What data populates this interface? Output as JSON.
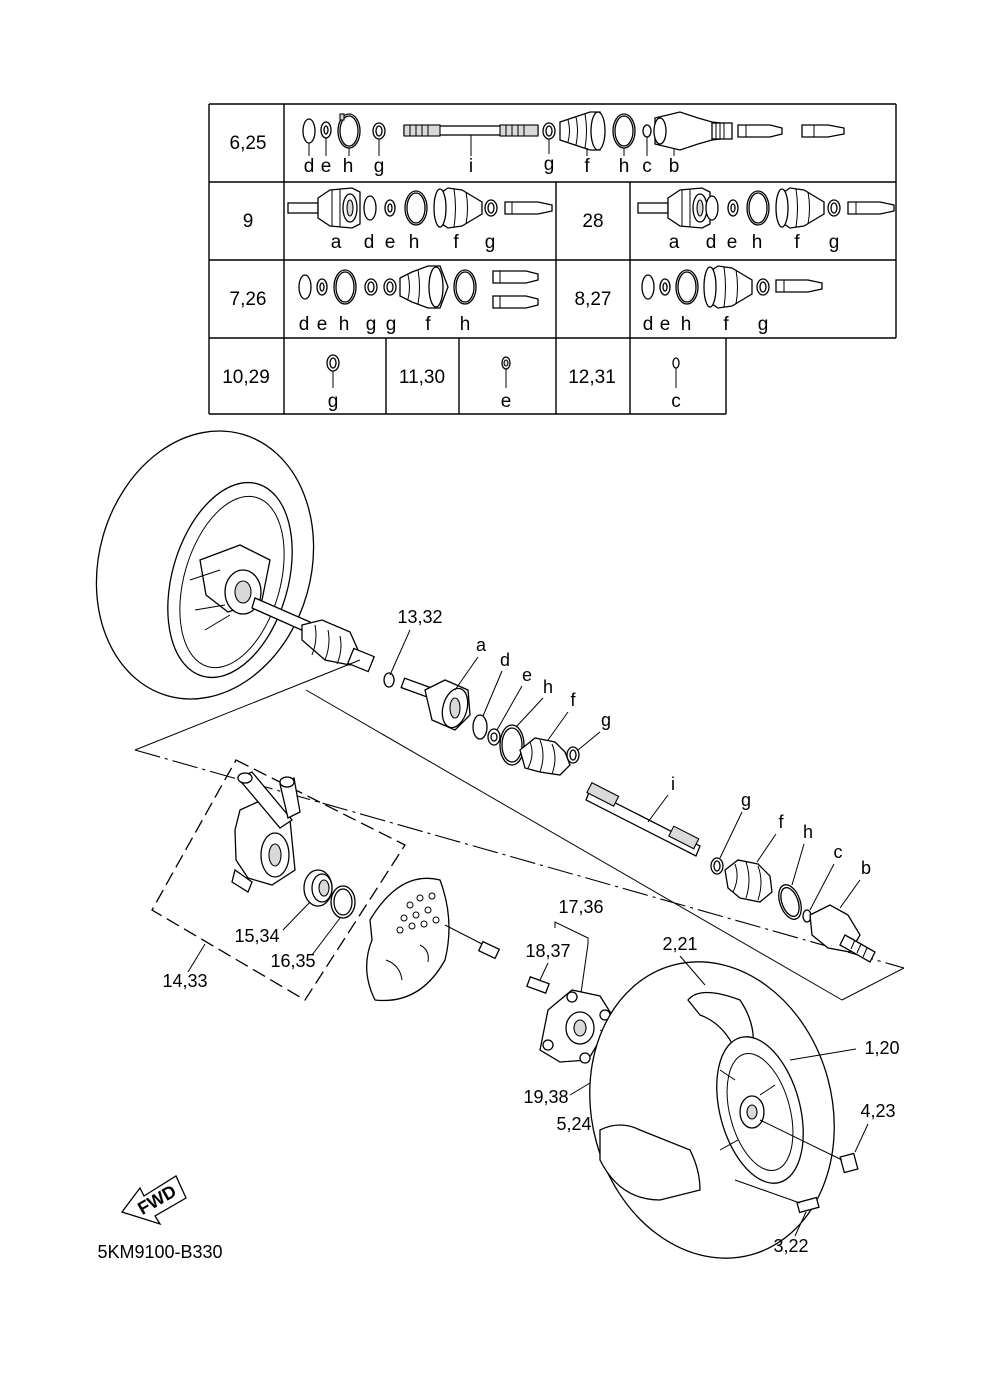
{
  "table": {
    "rows": [
      {
        "num": "6,25",
        "letters": [
          "d",
          "e",
          "h",
          "g",
          "i",
          "g",
          "f",
          "h",
          "c",
          "b"
        ]
      },
      {
        "num": "9",
        "letters": [
          "a",
          "d",
          "e",
          "h",
          "f",
          "g"
        ]
      },
      {
        "num": "28",
        "letters": [
          "a",
          "d",
          "e",
          "h",
          "f",
          "g"
        ]
      },
      {
        "num": "7,26",
        "letters": [
          "d",
          "e",
          "h",
          "g",
          "g",
          "f",
          "h"
        ]
      },
      {
        "num": "8,27",
        "letters": [
          "d",
          "e",
          "h",
          "f",
          "g"
        ]
      },
      {
        "num": "10,29",
        "letters": [
          "g"
        ]
      },
      {
        "num": "11,30",
        "letters": [
          "e"
        ]
      },
      {
        "num": "12,31",
        "letters": [
          "c"
        ]
      }
    ]
  },
  "callouts": {
    "c13": "13,32",
    "a": "a",
    "d": "d",
    "e": "e",
    "h": "h",
    "f": "f",
    "g": "g",
    "i": "i",
    "g2": "g",
    "f2": "f",
    "h2": "h",
    "c": "c",
    "b": "b",
    "c15": "15,34",
    "c16": "16,35",
    "c14": "14,33",
    "c17": "17,36",
    "c18": "18,37",
    "c2": "2,21",
    "c1": "1,20",
    "c19": "19,38",
    "c5": "5,24",
    "c4": "4,23",
    "c3": "3,22"
  },
  "fwd_label": "FWD",
  "drawing_code": "5KM9100-B330"
}
